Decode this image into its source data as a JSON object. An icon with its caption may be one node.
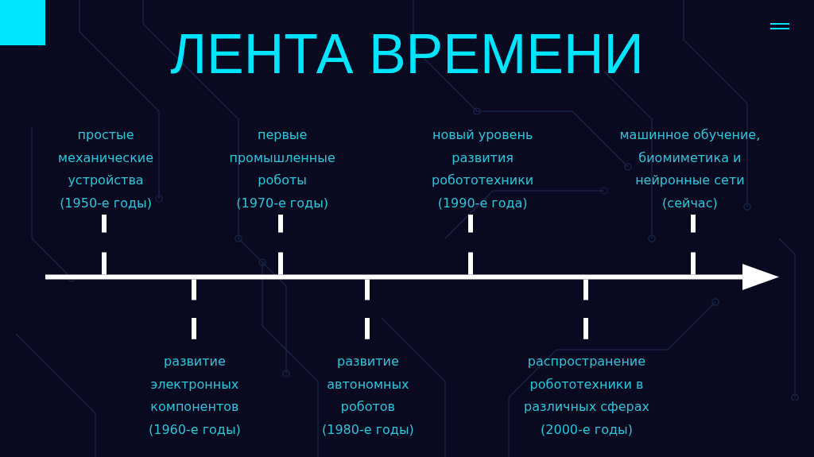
{
  "diagram": {
    "title": "ЛЕНТА ВРЕМЕНИ",
    "nodes": [
      {
        "text": [
          "простые механические устройства (1950-е годы)"
        ]
      },
      {
        "text": [
          "развитие электронных компонентов (1960-е годы)"
        ]
      },
      {
        "text": [
          "первые промышленные роботы (1970-е годы)"
        ]
      },
      {
        "text": [
          "развитие автономных роботов (1980-е годы)"
        ]
      },
      {
        "text": [
          "новый уровень развития робототехники (1990-е года)"
        ]
      },
      {
        "text": [
          "распространение робототехники в различных сферах (2000-е годы)"
        ]
      },
      {
        "text": [
          "машинное обучение, биомиметика и нейронные сети (сейчас)"
        ]
      },
      {
        "text": [],
        "shape": "arrow"
      }
    ],
    "edges": [
      {
        "from": 0,
        "to": 7,
        "arrow": "none",
        "style": "dashed"
      },
      {
        "from": 1,
        "to": 7,
        "arrow": "none",
        "style": "dashed"
      },
      {
        "from": 2,
        "to": 7,
        "arrow": "none",
        "style": "dashed"
      },
      {
        "from": 3,
        "to": 7,
        "arrow": "none",
        "style": "dashed"
      },
      {
        "from": 4,
        "to": 7,
        "arrow": "none",
        "style": "dashed"
      },
      {
        "from": 5,
        "to": 7,
        "arrow": "none",
        "style": "dashed"
      },
      {
        "from": 6,
        "to": 7,
        "arrow": "none",
        "style": "dashed"
      }
    ]
  }
}
